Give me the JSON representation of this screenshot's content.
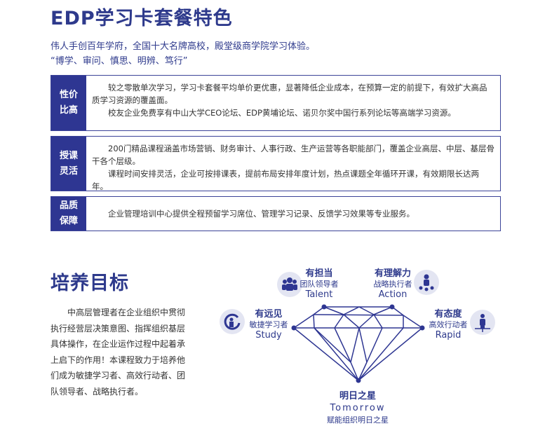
{
  "section1": {
    "title": "EDP学习卡套餐特色",
    "subtitle1": "伟人手创百年学府，全国十大名牌高校，殿堂级商学院学习体验。",
    "subtitle2": "“博学、审问、慎思、明辨、笃行”",
    "features": [
      {
        "label1": "性价",
        "label2": "比高",
        "p1": "较之零散单次学习，学习卡套餐平均单价更优惠，显著降低企业成本，在预算一定的前提下，有效扩大高品质学习资源的覆盖面。",
        "p2": "校友企业免费享有中山大学CEO论坛、EDP黄埔论坛、诺贝尔奖中国行系列论坛等高端学习资源。"
      },
      {
        "label1": "授课",
        "label2": "灵活",
        "p1": "200门精品课程涵盖市场营销、财务审计、人事行政、生产运营等各职能部门，覆盖企业高层、中层、基层骨干各个层级。",
        "p2": "课程时间安排灵活，企业可按排课表，提前布局安排年度计划，热点课题全年循环开课，有效期限长达两年。"
      },
      {
        "label1": "品质",
        "label2": "保障",
        "p1": "企业管理培训中心提供全程预留学习席位、管理学习记录、反馈学习效果等专业服务。"
      }
    ]
  },
  "section2": {
    "title": "培养目标",
    "paragraph": "中高层管理者在企业组织中贯彻执行经营层决策意图、指挥组织基层具体操作，在企业运作过程中起着承上启下的作用！本课程致力于培养他们成为敏捷学习者、高效行动者、团队领导者、战略执行者。",
    "talent": {
      "a": "有担当",
      "b": "团队领导者",
      "c": "Talent",
      "icon": "team-icon"
    },
    "action": {
      "a": "有理解力",
      "b": "战略执行者",
      "c": "Action",
      "icon": "network-icon"
    },
    "study": {
      "a": "有远见",
      "b": "敏捷学习者",
      "c": "Study",
      "icon": "growth-icon"
    },
    "rapid": {
      "a": "有态度",
      "b": "高效行动者",
      "c": "Rapid",
      "icon": "person-arrows-icon"
    },
    "tomorrow": {
      "a": "明日之星",
      "c": "Tomorrow",
      "b": "赋能组织明日之星"
    }
  },
  "colors": {
    "primary": "#2e3692"
  }
}
